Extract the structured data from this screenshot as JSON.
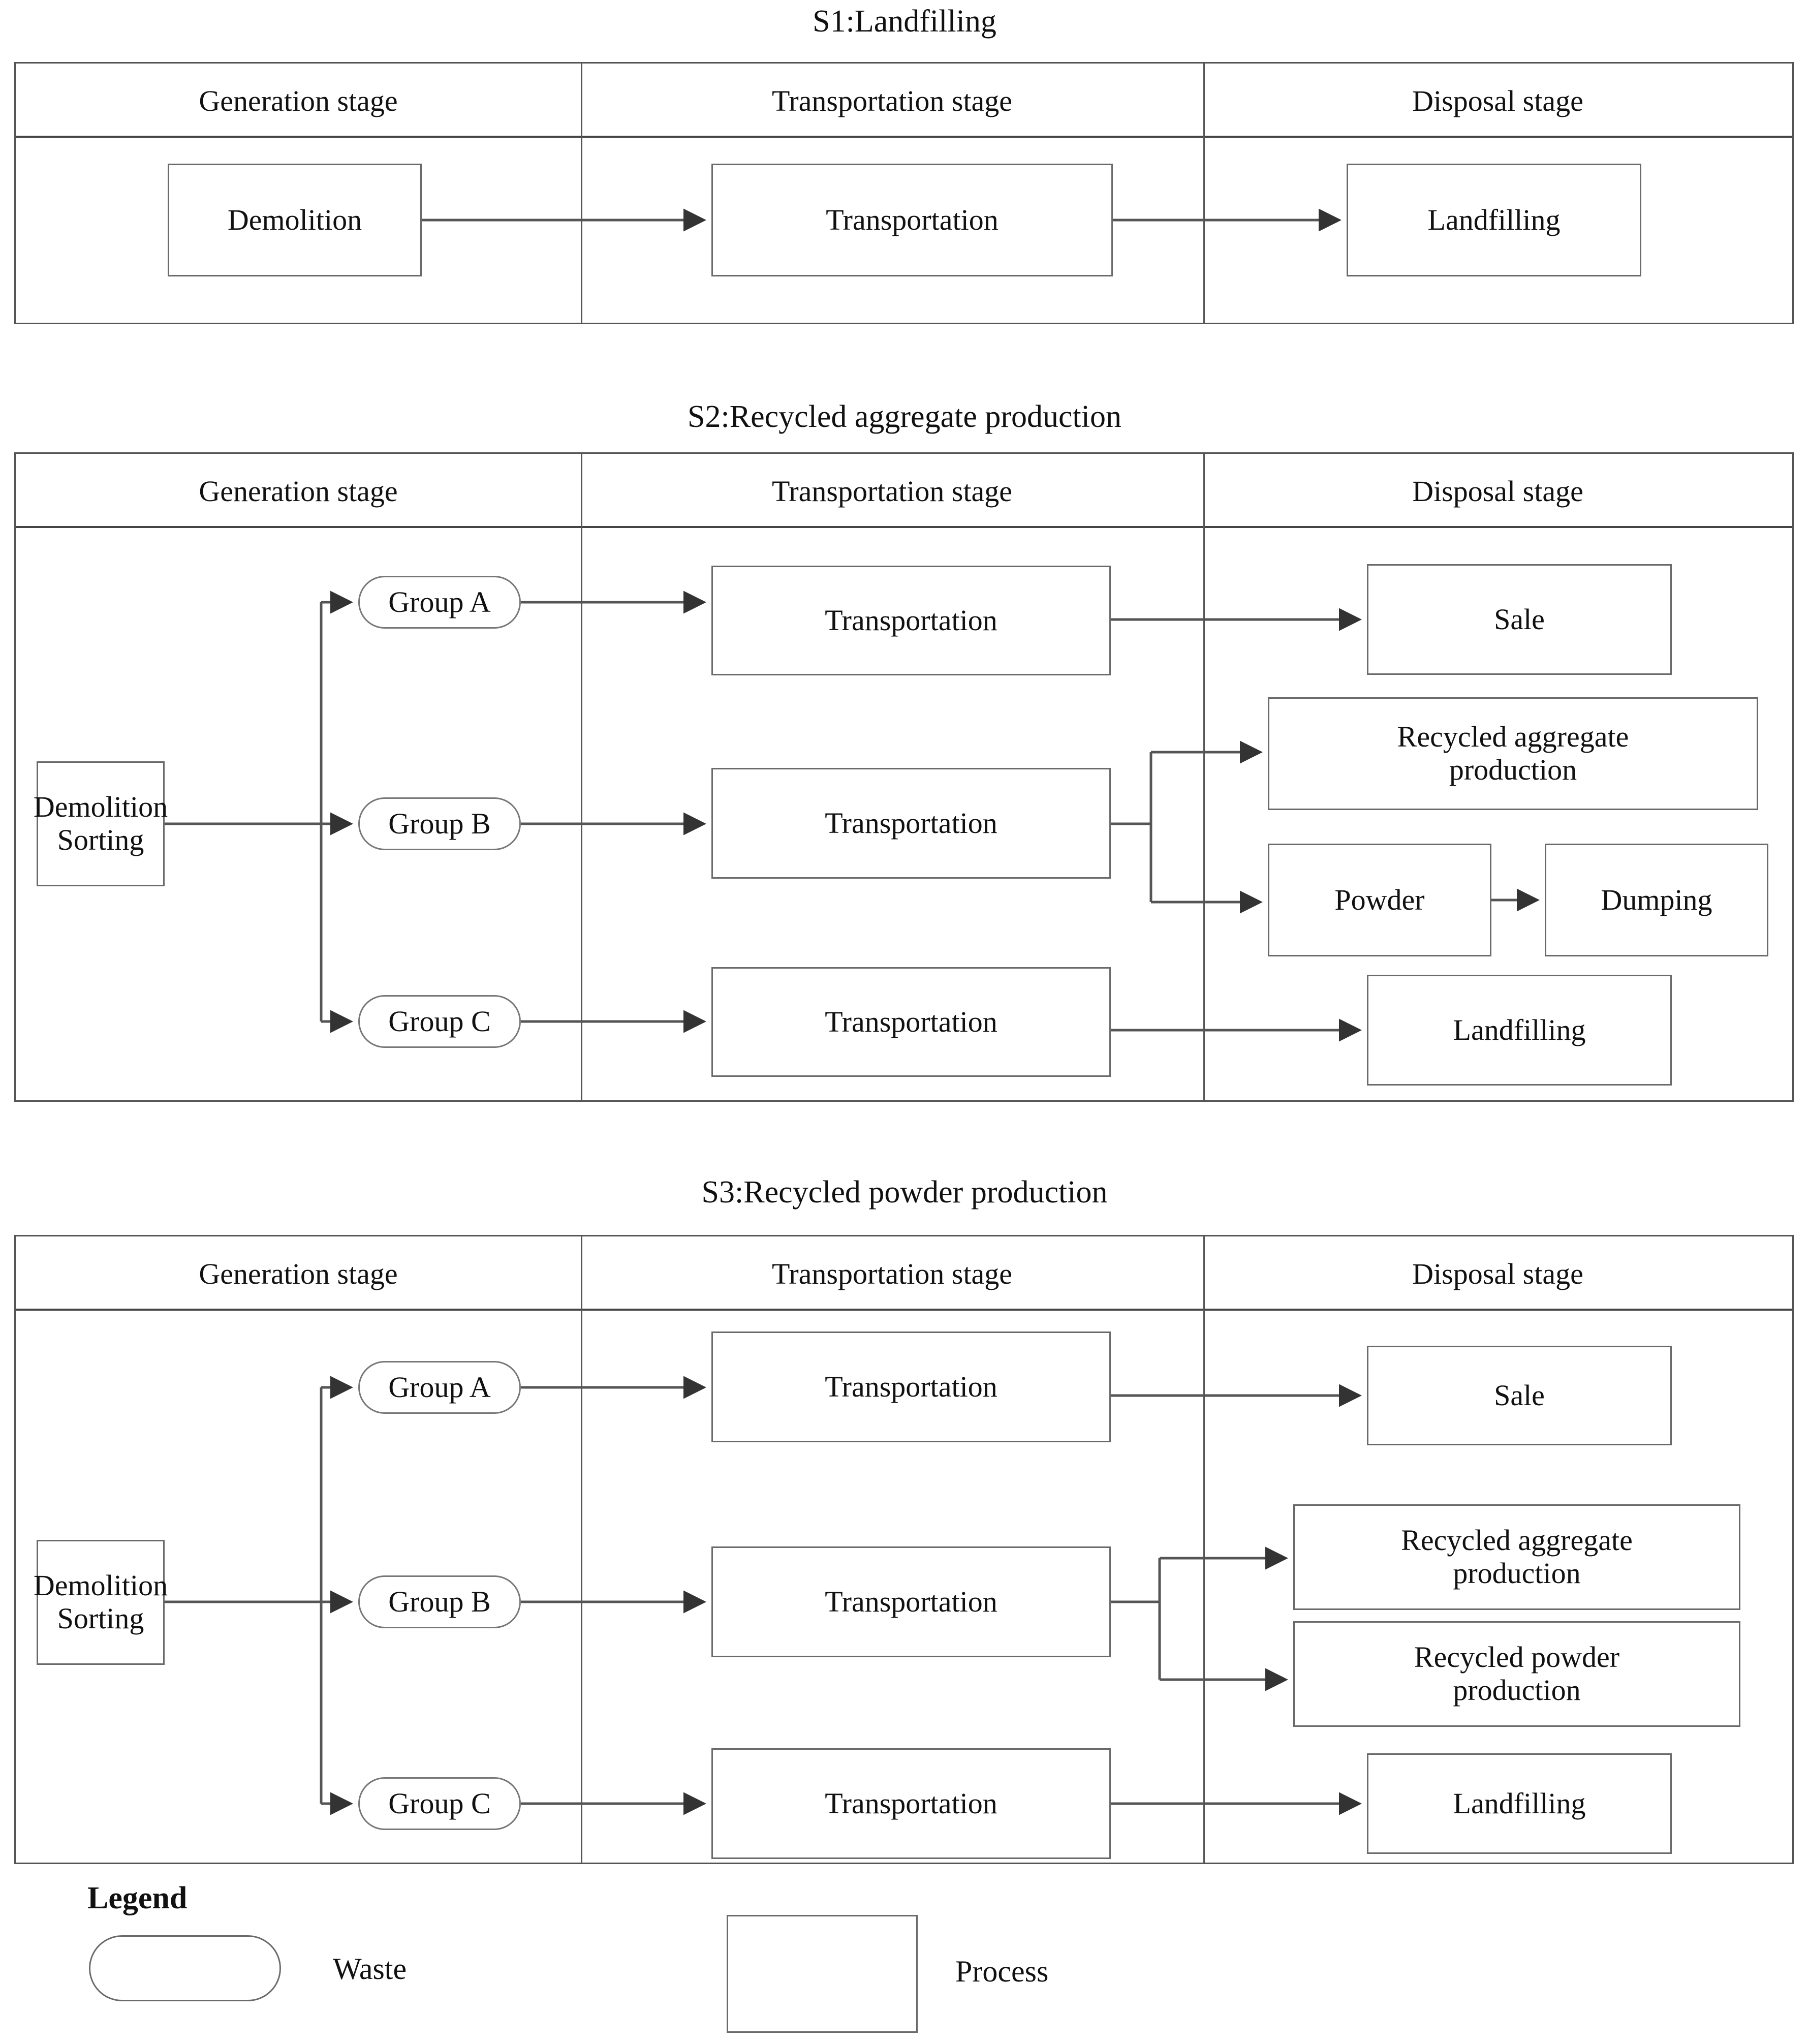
{
  "figure": {
    "kind": "process-flow-diagram",
    "scenarios": [
      {
        "id": "S1",
        "title": "S1:Landfilling",
        "columns": [
          "Generation stage",
          "Transportation stage",
          "Disposal stage"
        ],
        "nodes": [
          {
            "id": "s1-demolition",
            "label": "Demolition",
            "shape": "process",
            "column": "Generation stage"
          },
          {
            "id": "s1-transportation",
            "label": "Transportation",
            "shape": "process",
            "column": "Transportation stage"
          },
          {
            "id": "s1-landfilling",
            "label": "Landfilling",
            "shape": "process",
            "column": "Disposal stage"
          }
        ],
        "edges": [
          {
            "from": "s1-demolition",
            "to": "s1-transportation"
          },
          {
            "from": "s1-transportation",
            "to": "s1-landfilling"
          }
        ]
      },
      {
        "id": "S2",
        "title": "S2:Recycled aggregate production",
        "columns": [
          "Generation stage",
          "Transportation stage",
          "Disposal stage"
        ],
        "nodes": [
          {
            "id": "s2-demolition-sorting",
            "label": "Demolition Sorting",
            "label_lines": [
              "Demolition",
              "Sorting"
            ],
            "shape": "process",
            "column": "Generation stage"
          },
          {
            "id": "s2-group-a",
            "label": "Group A",
            "shape": "waste",
            "column": "Generation stage"
          },
          {
            "id": "s2-group-b",
            "label": "Group B",
            "shape": "waste",
            "column": "Generation stage"
          },
          {
            "id": "s2-group-c",
            "label": "Group C",
            "shape": "waste",
            "column": "Generation stage"
          },
          {
            "id": "s2-transportation-a",
            "label": "Transportation",
            "shape": "process",
            "column": "Transportation stage"
          },
          {
            "id": "s2-transportation-b",
            "label": "Transportation",
            "shape": "process",
            "column": "Transportation stage"
          },
          {
            "id": "s2-transportation-c",
            "label": "Transportation",
            "shape": "process",
            "column": "Transportation stage"
          },
          {
            "id": "s2-sale",
            "label": "Sale",
            "shape": "process",
            "column": "Disposal stage"
          },
          {
            "id": "s2-recycled-aggregate-production",
            "label": "Recycled aggregate production",
            "label_lines": [
              "Recycled aggregate",
              "production"
            ],
            "shape": "process",
            "column": "Disposal stage"
          },
          {
            "id": "s2-powder",
            "label": "Powder",
            "shape": "process",
            "column": "Disposal stage"
          },
          {
            "id": "s2-dumping",
            "label": "Dumping",
            "shape": "process",
            "column": "Disposal stage"
          },
          {
            "id": "s2-landfilling",
            "label": "Landfilling",
            "shape": "process",
            "column": "Disposal stage"
          }
        ],
        "edges": [
          {
            "from": "s2-demolition-sorting",
            "to": "s2-group-a"
          },
          {
            "from": "s2-demolition-sorting",
            "to": "s2-group-b"
          },
          {
            "from": "s2-demolition-sorting",
            "to": "s2-group-c"
          },
          {
            "from": "s2-group-a",
            "to": "s2-transportation-a"
          },
          {
            "from": "s2-group-b",
            "to": "s2-transportation-b"
          },
          {
            "from": "s2-group-c",
            "to": "s2-transportation-c"
          },
          {
            "from": "s2-transportation-a",
            "to": "s2-sale"
          },
          {
            "from": "s2-transportation-b",
            "to": "s2-recycled-aggregate-production"
          },
          {
            "from": "s2-transportation-b",
            "to": "s2-powder"
          },
          {
            "from": "s2-powder",
            "to": "s2-dumping"
          },
          {
            "from": "s2-transportation-c",
            "to": "s2-landfilling"
          }
        ]
      },
      {
        "id": "S3",
        "title": "S3:Recycled powder production",
        "columns": [
          "Generation stage",
          "Transportation stage",
          "Disposal stage"
        ],
        "nodes": [
          {
            "id": "s3-demolition-sorting",
            "label": "Demolition Sorting",
            "label_lines": [
              "Demolition",
              "Sorting"
            ],
            "shape": "process",
            "column": "Generation stage"
          },
          {
            "id": "s3-group-a",
            "label": "Group A",
            "shape": "waste",
            "column": "Generation stage"
          },
          {
            "id": "s3-group-b",
            "label": "Group B",
            "shape": "waste",
            "column": "Generation stage"
          },
          {
            "id": "s3-group-c",
            "label": "Group C",
            "shape": "waste",
            "column": "Generation stage"
          },
          {
            "id": "s3-transportation-a",
            "label": "Transportation",
            "shape": "process",
            "column": "Transportation stage"
          },
          {
            "id": "s3-transportation-b",
            "label": "Transportation",
            "shape": "process",
            "column": "Transportation stage"
          },
          {
            "id": "s3-transportation-c",
            "label": "Transportation",
            "shape": "process",
            "column": "Transportation stage"
          },
          {
            "id": "s3-sale",
            "label": "Sale",
            "shape": "process",
            "column": "Disposal stage"
          },
          {
            "id": "s3-recycled-aggregate-production",
            "label": "Recycled aggregate production",
            "label_lines": [
              "Recycled aggregate",
              "production"
            ],
            "shape": "process",
            "column": "Disposal stage"
          },
          {
            "id": "s3-recycled-powder-production",
            "label": "Recycled powder production",
            "label_lines": [
              "Recycled powder",
              "production"
            ],
            "shape": "process",
            "column": "Disposal stage"
          },
          {
            "id": "s3-landfilling",
            "label": "Landfilling",
            "shape": "process",
            "column": "Disposal stage"
          }
        ],
        "edges": [
          {
            "from": "s3-demolition-sorting",
            "to": "s3-group-a"
          },
          {
            "from": "s3-demolition-sorting",
            "to": "s3-group-b"
          },
          {
            "from": "s3-demolition-sorting",
            "to": "s3-group-c"
          },
          {
            "from": "s3-group-a",
            "to": "s3-transportation-a"
          },
          {
            "from": "s3-group-b",
            "to": "s3-transportation-b"
          },
          {
            "from": "s3-group-c",
            "to": "s3-transportation-c"
          },
          {
            "from": "s3-transportation-a",
            "to": "s3-sale"
          },
          {
            "from": "s3-transportation-b",
            "to": "s3-recycled-aggregate-production"
          },
          {
            "from": "s3-transportation-b",
            "to": "s3-recycled-powder-production"
          },
          {
            "from": "s3-transportation-c",
            "to": "s3-landfilling"
          }
        ]
      }
    ]
  },
  "s1": {
    "title": "S1:Landfilling",
    "headers": {
      "generation": "Generation stage",
      "transportation": "Transportation stage",
      "disposal": "Disposal stage"
    },
    "nodes": {
      "demolition": "Demolition",
      "transportation": "Transportation",
      "landfilling": "Landfilling"
    }
  },
  "s2": {
    "title": "S2:Recycled aggregate production",
    "headers": {
      "generation": "Generation stage",
      "transportation": "Transportation stage",
      "disposal": "Disposal stage"
    },
    "nodes": {
      "demolition_line1": "Demolition",
      "demolition_line2": "Sorting",
      "group_a": "Group A",
      "group_b": "Group B",
      "group_c": "Group C",
      "transportation_a": "Transportation",
      "transportation_b": "Transportation",
      "transportation_c": "Transportation",
      "sale": "Sale",
      "rap_line1": "Recycled aggregate",
      "rap_line2": "production",
      "powder": "Powder",
      "dumping": "Dumping",
      "landfilling": "Landfilling"
    }
  },
  "s3": {
    "title": "S3:Recycled powder production",
    "headers": {
      "generation": "Generation stage",
      "transportation": "Transportation stage",
      "disposal": "Disposal stage"
    },
    "nodes": {
      "demolition_line1": "Demolition",
      "demolition_line2": "Sorting",
      "group_a": "Group A",
      "group_b": "Group B",
      "group_c": "Group C",
      "transportation_a": "Transportation",
      "transportation_b": "Transportation",
      "transportation_c": "Transportation",
      "sale": "Sale",
      "rap_line1": "Recycled aggregate",
      "rap_line2": "production",
      "rpp_line1": "Recycled powder",
      "rpp_line2": "production",
      "landfilling": "Landfilling"
    }
  },
  "legend": {
    "title": "Legend",
    "waste_label": "Waste",
    "process_label": "Process"
  },
  "colors": {
    "stroke": "#555555",
    "node_border": "#6a6a6a",
    "text": "#111111",
    "background": "#ffffff"
  }
}
